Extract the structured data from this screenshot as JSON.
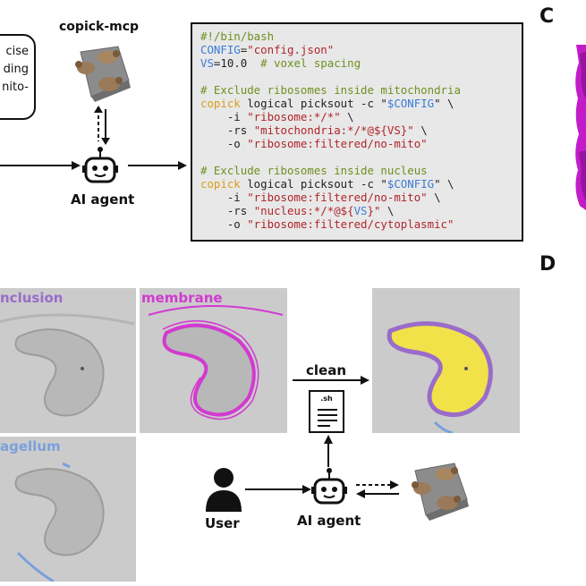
{
  "panel_a": {
    "speech_lines": [
      "cise",
      "ding",
      "nito-"
    ],
    "mcp_title": "copick-mcp",
    "agent_label": "AI agent"
  },
  "code": {
    "lines": [
      [
        {
          "t": "#!/bin/bash",
          "c": "comment"
        }
      ],
      [
        {
          "t": "CONFIG",
          "c": "var"
        },
        {
          "t": "=",
          "c": "plain"
        },
        {
          "t": "\"config.json\"",
          "c": "str"
        }
      ],
      [
        {
          "t": "VS",
          "c": "var"
        },
        {
          "t": "=10.0  ",
          "c": "plain"
        },
        {
          "t": "# voxel spacing",
          "c": "comment"
        }
      ],
      [
        {
          "t": "",
          "c": "plain"
        }
      ],
      [
        {
          "t": "# Exclude ribosomes inside mitochondria",
          "c": "comment"
        }
      ],
      [
        {
          "t": "copick",
          "c": "cmd"
        },
        {
          "t": " logical picksout -c \"",
          "c": "plain"
        },
        {
          "t": "$CONFIG",
          "c": "var"
        },
        {
          "t": "\" \\",
          "c": "plain"
        }
      ],
      [
        {
          "t": "    -i ",
          "c": "plain"
        },
        {
          "t": "\"ribosome:*/*\"",
          "c": "str"
        },
        {
          "t": " \\",
          "c": "plain"
        }
      ],
      [
        {
          "t": "    -rs ",
          "c": "plain"
        },
        {
          "t": "\"mitochondria:*/*@${VS}\"",
          "c": "str"
        },
        {
          "t": " \\",
          "c": "plain"
        }
      ],
      [
        {
          "t": "    -o ",
          "c": "plain"
        },
        {
          "t": "\"ribosome:filtered/no-mito\"",
          "c": "str"
        }
      ],
      [
        {
          "t": "",
          "c": "plain"
        }
      ],
      [
        {
          "t": "# Exclude ribosomes inside nucleus",
          "c": "comment"
        }
      ],
      [
        {
          "t": "copick",
          "c": "cmd"
        },
        {
          "t": " logical picksout -c \"",
          "c": "plain"
        },
        {
          "t": "$CONFIG",
          "c": "var"
        },
        {
          "t": "\" \\",
          "c": "plain"
        }
      ],
      [
        {
          "t": "    -i ",
          "c": "plain"
        },
        {
          "t": "\"ribosome:filtered/no-mito\"",
          "c": "str"
        },
        {
          "t": " \\",
          "c": "plain"
        }
      ],
      [
        {
          "t": "    -rs ",
          "c": "plain"
        },
        {
          "t": "\"nucleus:*/*@${",
          "c": "str"
        },
        {
          "t": "VS",
          "c": "var"
        },
        {
          "t": "}\"",
          "c": "str"
        },
        {
          "t": " \\",
          "c": "plain"
        }
      ],
      [
        {
          "t": "    -o ",
          "c": "plain"
        },
        {
          "t": "\"ribosome:filtered/cytoplasmic\"",
          "c": "str"
        }
      ]
    ]
  },
  "colors": {
    "comment": "#6f8f1f",
    "var": "#3a7bd5",
    "str": "#b0242b",
    "cmd": "#d8a019",
    "plain": "#222222",
    "inclusion": "#9a6cc9",
    "membrane": "#d23ad0",
    "flagellum": "#7aa0dc",
    "fill_yellow": "#f1e24a"
  },
  "letters": {
    "c": "C",
    "d": "D"
  },
  "panel_d": {
    "inclusion_label": "nclusion",
    "membrane_label": "membrane",
    "flagellum_label": "agellum",
    "clean_label": "clean",
    "doc_label": ".sh",
    "user_label": "User",
    "agent_label": "AI agent"
  }
}
